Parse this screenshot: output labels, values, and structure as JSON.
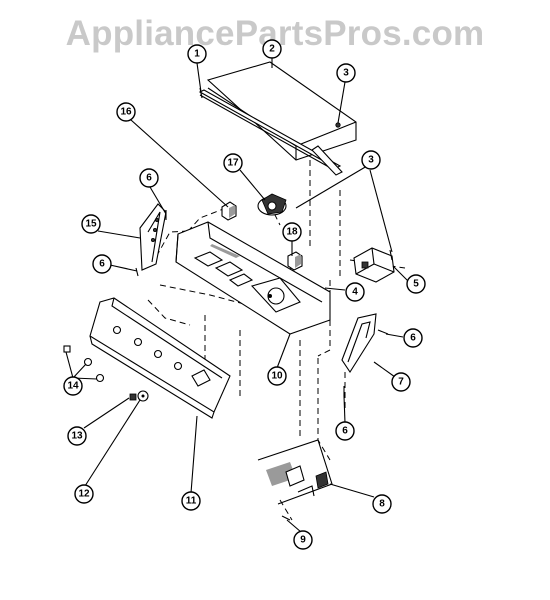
{
  "watermark": "AppliancePartsPros.com",
  "callouts": [
    "1",
    "2",
    "3",
    "3",
    "16",
    "17",
    "6",
    "15",
    "18",
    "6",
    "5",
    "4",
    "6",
    "7",
    "10",
    "14",
    "6",
    "13",
    "11",
    "8",
    "12",
    "9"
  ]
}
